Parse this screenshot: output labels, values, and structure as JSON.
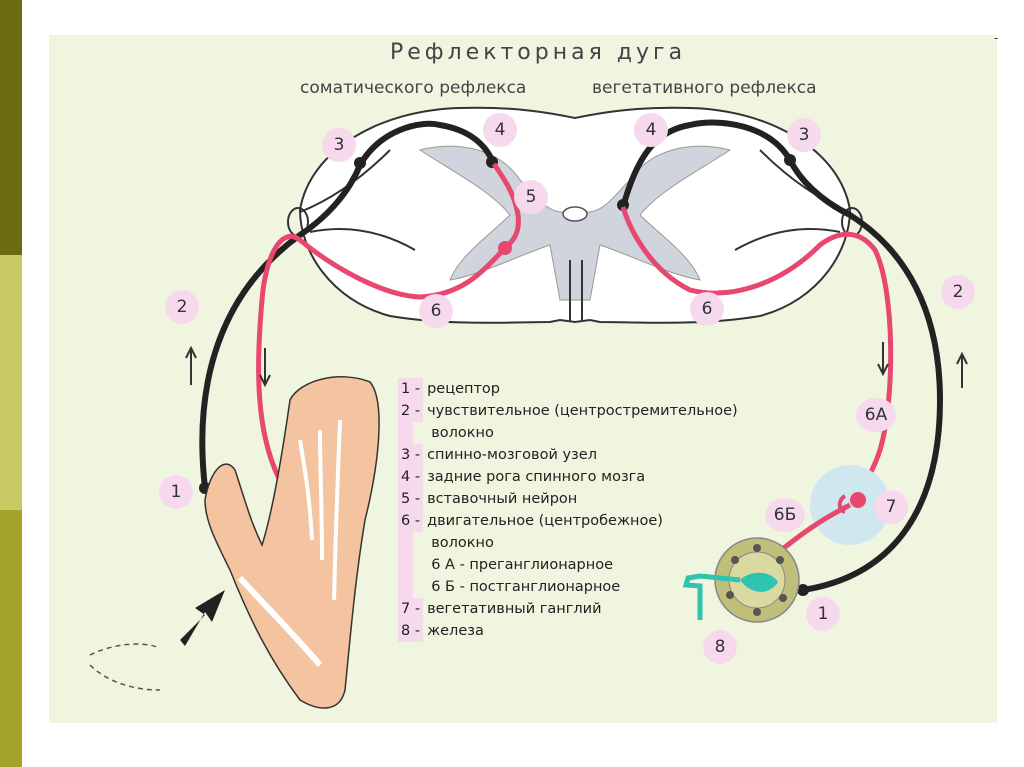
{
  "title": "Рефлекторная  дуга",
  "subtitles": {
    "somatic": "соматического рефлекса",
    "vegetative": "вегетативного рефлекса"
  },
  "labels": {
    "somatic": {
      "receptor": "1",
      "sensory_fiber": "2",
      "spinal_ganglion": "3",
      "dorsal_horn": "4",
      "interneuron": "5",
      "motor_fiber": "6"
    },
    "vegetative": {
      "receptor": "1",
      "sensory_fiber": "2",
      "spinal_ganglion": "3",
      "dorsal_horn": "4",
      "motor_fiber": "6",
      "preganglionic": "6А",
      "postganglionic": "6Б",
      "ganglion": "7",
      "gland": "8"
    }
  },
  "legend": {
    "items": [
      {
        "key": "1 -",
        "text": "рецептор"
      },
      {
        "key": "2 -",
        "text": "чувствительное  (центростремительное)"
      },
      {
        "cont": "волокно"
      },
      {
        "key": "3 -",
        "text": "спинно-мозговой узел"
      },
      {
        "key": "4 -",
        "text": "задние рога спинного мозга"
      },
      {
        "key": "5 -",
        "text": "вставочный нейрон"
      },
      {
        "key": "6 -",
        "text": "двигательное (центробежное)"
      },
      {
        "cont": "волокно"
      },
      {
        "sub": "6 А - преганглионарное"
      },
      {
        "sub": "6 Б - постганглионарное"
      },
      {
        "key": "7 -",
        "text": "вегетативный ганглий"
      },
      {
        "key": "8 -",
        "text": "железа"
      }
    ]
  },
  "colors": {
    "panel": "#f0f5df",
    "sensory": "#222222",
    "motor": "#e8476f",
    "grey_matter": "#d0d4dc",
    "arm": "#f4c4a0",
    "gland": "#bfbf7a",
    "ganglion": "#cfe8f0",
    "side_dark": "#6b6b14",
    "side_light": "#c9c963",
    "side_mid": "#a3a32a"
  },
  "icons": [
    "arrow-up-icon",
    "arrow-down-icon",
    "pointer-arrow-icon"
  ]
}
